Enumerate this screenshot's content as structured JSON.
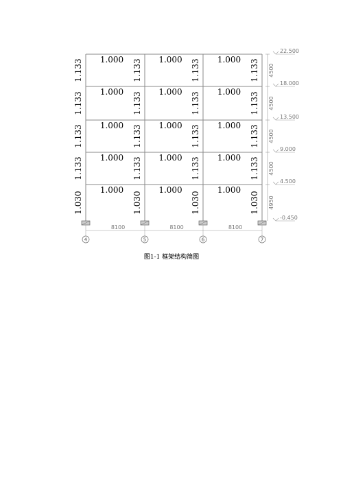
{
  "caption": "图1-1 框架结构简图",
  "axes": [
    "4",
    "5",
    "6",
    "7"
  ],
  "bay_dims": [
    "8100",
    "8100",
    "8100"
  ],
  "elevations": [
    "22.500",
    "18.000",
    "13.500",
    "9.000",
    "4.500",
    "-0.450"
  ],
  "story_heights": [
    "4500",
    "4500",
    "4500",
    "4500",
    "4950"
  ],
  "beam_labels": [
    [
      "1.000",
      "1.000",
      "1.000"
    ],
    [
      "1.000",
      "1.000",
      "1.000"
    ],
    [
      "1.000",
      "1.000",
      "1.000"
    ],
    [
      "1.000",
      "1.000",
      "1.000"
    ],
    [
      "1.000",
      "1.000",
      "1.000"
    ]
  ],
  "column_labels": [
    [
      "1.133",
      "1.133",
      "1.133",
      "1.133"
    ],
    [
      "1.133",
      "1.133",
      "1.133",
      "1.133"
    ],
    [
      "1.133",
      "1.133",
      "1.133",
      "1.133"
    ],
    [
      "1.133",
      "1.133",
      "1.133",
      "1.133"
    ],
    [
      "1.030",
      "1.030",
      "1.030",
      "1.030"
    ]
  ]
}
